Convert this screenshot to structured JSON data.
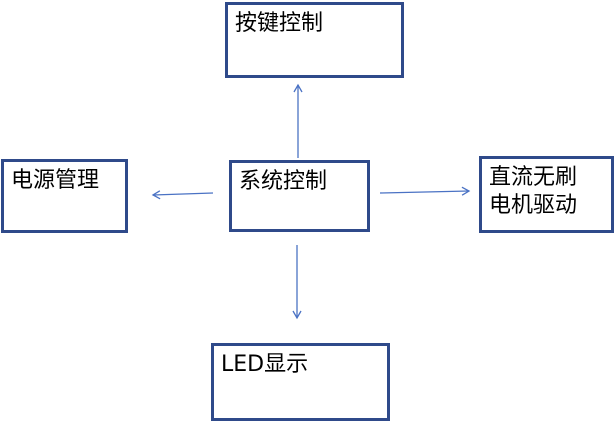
{
  "diagram": {
    "nodes": {
      "keys": "按键控制",
      "power": "电源管理",
      "system": "系统控制",
      "motor": "直流无刷\n电机驱动",
      "led": "LED显示"
    },
    "edges": [
      {
        "from": "system",
        "to": "keys"
      },
      {
        "from": "system",
        "to": "power"
      },
      {
        "from": "system",
        "to": "motor"
      },
      {
        "from": "system",
        "to": "led"
      }
    ],
    "colors": {
      "box_border": "#2f4a8a",
      "arrow": "#4a72c4"
    }
  }
}
